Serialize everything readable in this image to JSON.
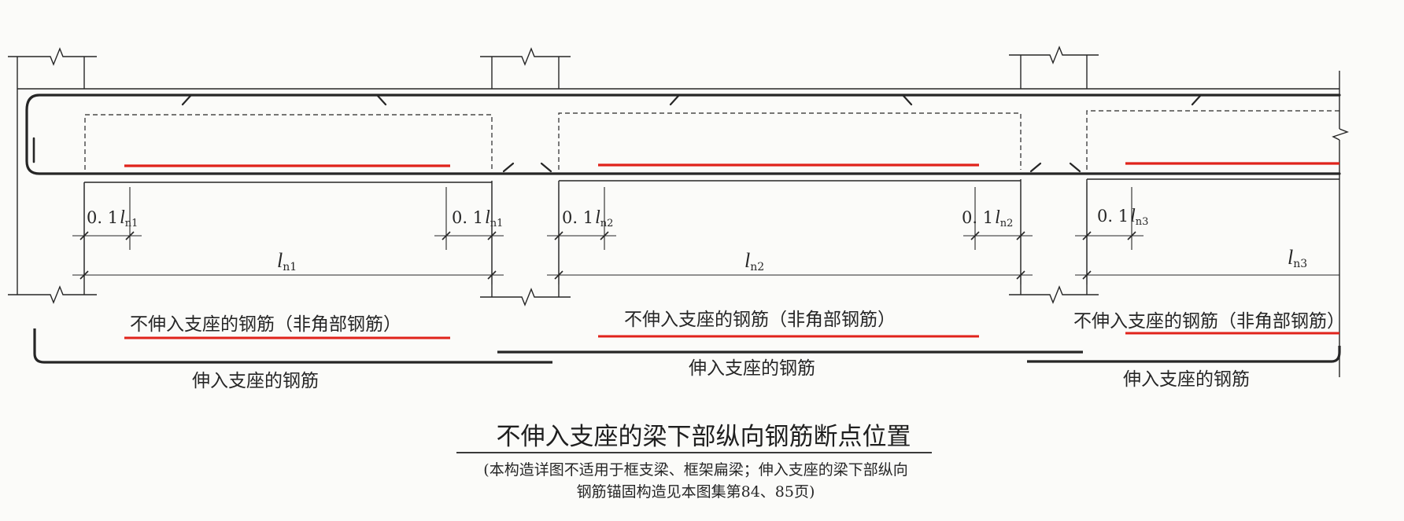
{
  "figure": {
    "title": "不伸入支座的梁下部纵向钢筋断点位置",
    "note_line1": "(本构造详图不适用于框支梁、框架扁梁；伸入支座的梁下部纵向",
    "note_line2": "钢筋锚固构造见本图集第84、85页)"
  },
  "labels": {
    "non_anchored_bar": "不伸入支座的钢筋（非角部钢筋）",
    "anchored_bar": "伸入支座的钢筋",
    "cutoff_coef": "0. 1",
    "span_symbol": "l",
    "span_subscripts": [
      "n1",
      "n2",
      "n3"
    ]
  },
  "colors": {
    "ink": "#262626",
    "highlight_red": "#e0231b",
    "paper": "#fbfbf9"
  }
}
